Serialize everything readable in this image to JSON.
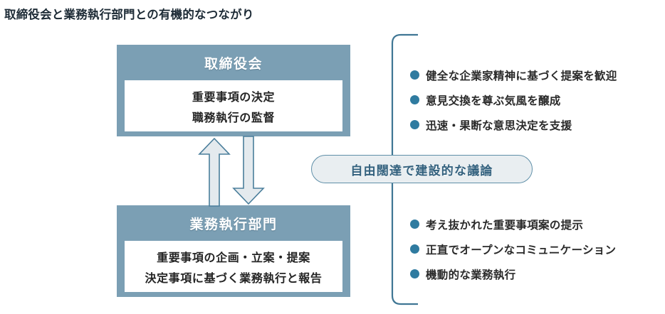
{
  "page": {
    "title": "取締役会と業務執行部門との有機的なつながり",
    "background_color": "#ffffff"
  },
  "colors": {
    "box_fill": "#7b9fb4",
    "box_inner": "#ffffff",
    "arrow_fill": "#e4eaee",
    "arrow_stroke": "#4a7e9b",
    "bracket_stroke": "#3f7694",
    "bullet_dot": "#2f7ba0",
    "pill_fill": "#e9eef1",
    "pill_border": "#5f8fa8",
    "pill_text": "#33617e",
    "title_text": "#1d2b36"
  },
  "org_boxes": [
    {
      "id": "board",
      "title": "取締役会",
      "lines": [
        "重要事項の決定",
        "職務執行の監督"
      ]
    },
    {
      "id": "execution",
      "title": "業務執行部門",
      "lines": [
        "重要事項の企画・立案・提案",
        "決定事項に基づく業務執行と報告"
      ]
    }
  ],
  "arrows": [
    {
      "id": "up-arrow",
      "direction": "up",
      "icon": "arrow-up-icon"
    },
    {
      "id": "down-arrow",
      "direction": "down",
      "icon": "arrow-down-icon"
    }
  ],
  "bracket": {
    "icon": "left-bracket-icon",
    "orientation": "left"
  },
  "bullet_groups": [
    {
      "id": "upper",
      "items": [
        "健全な企業家精神に基づく提案を歓迎",
        "意見交換を尊ぶ気風を醸成",
        "迅速・果断な意思決定を支援"
      ]
    },
    {
      "id": "lower",
      "items": [
        "考え抜かれた重要事項案の提示",
        "正直でオープンなコミュニケーション",
        "機動的な業務執行"
      ]
    }
  ],
  "pill": {
    "label": "自由闊達で建設的な議論"
  }
}
